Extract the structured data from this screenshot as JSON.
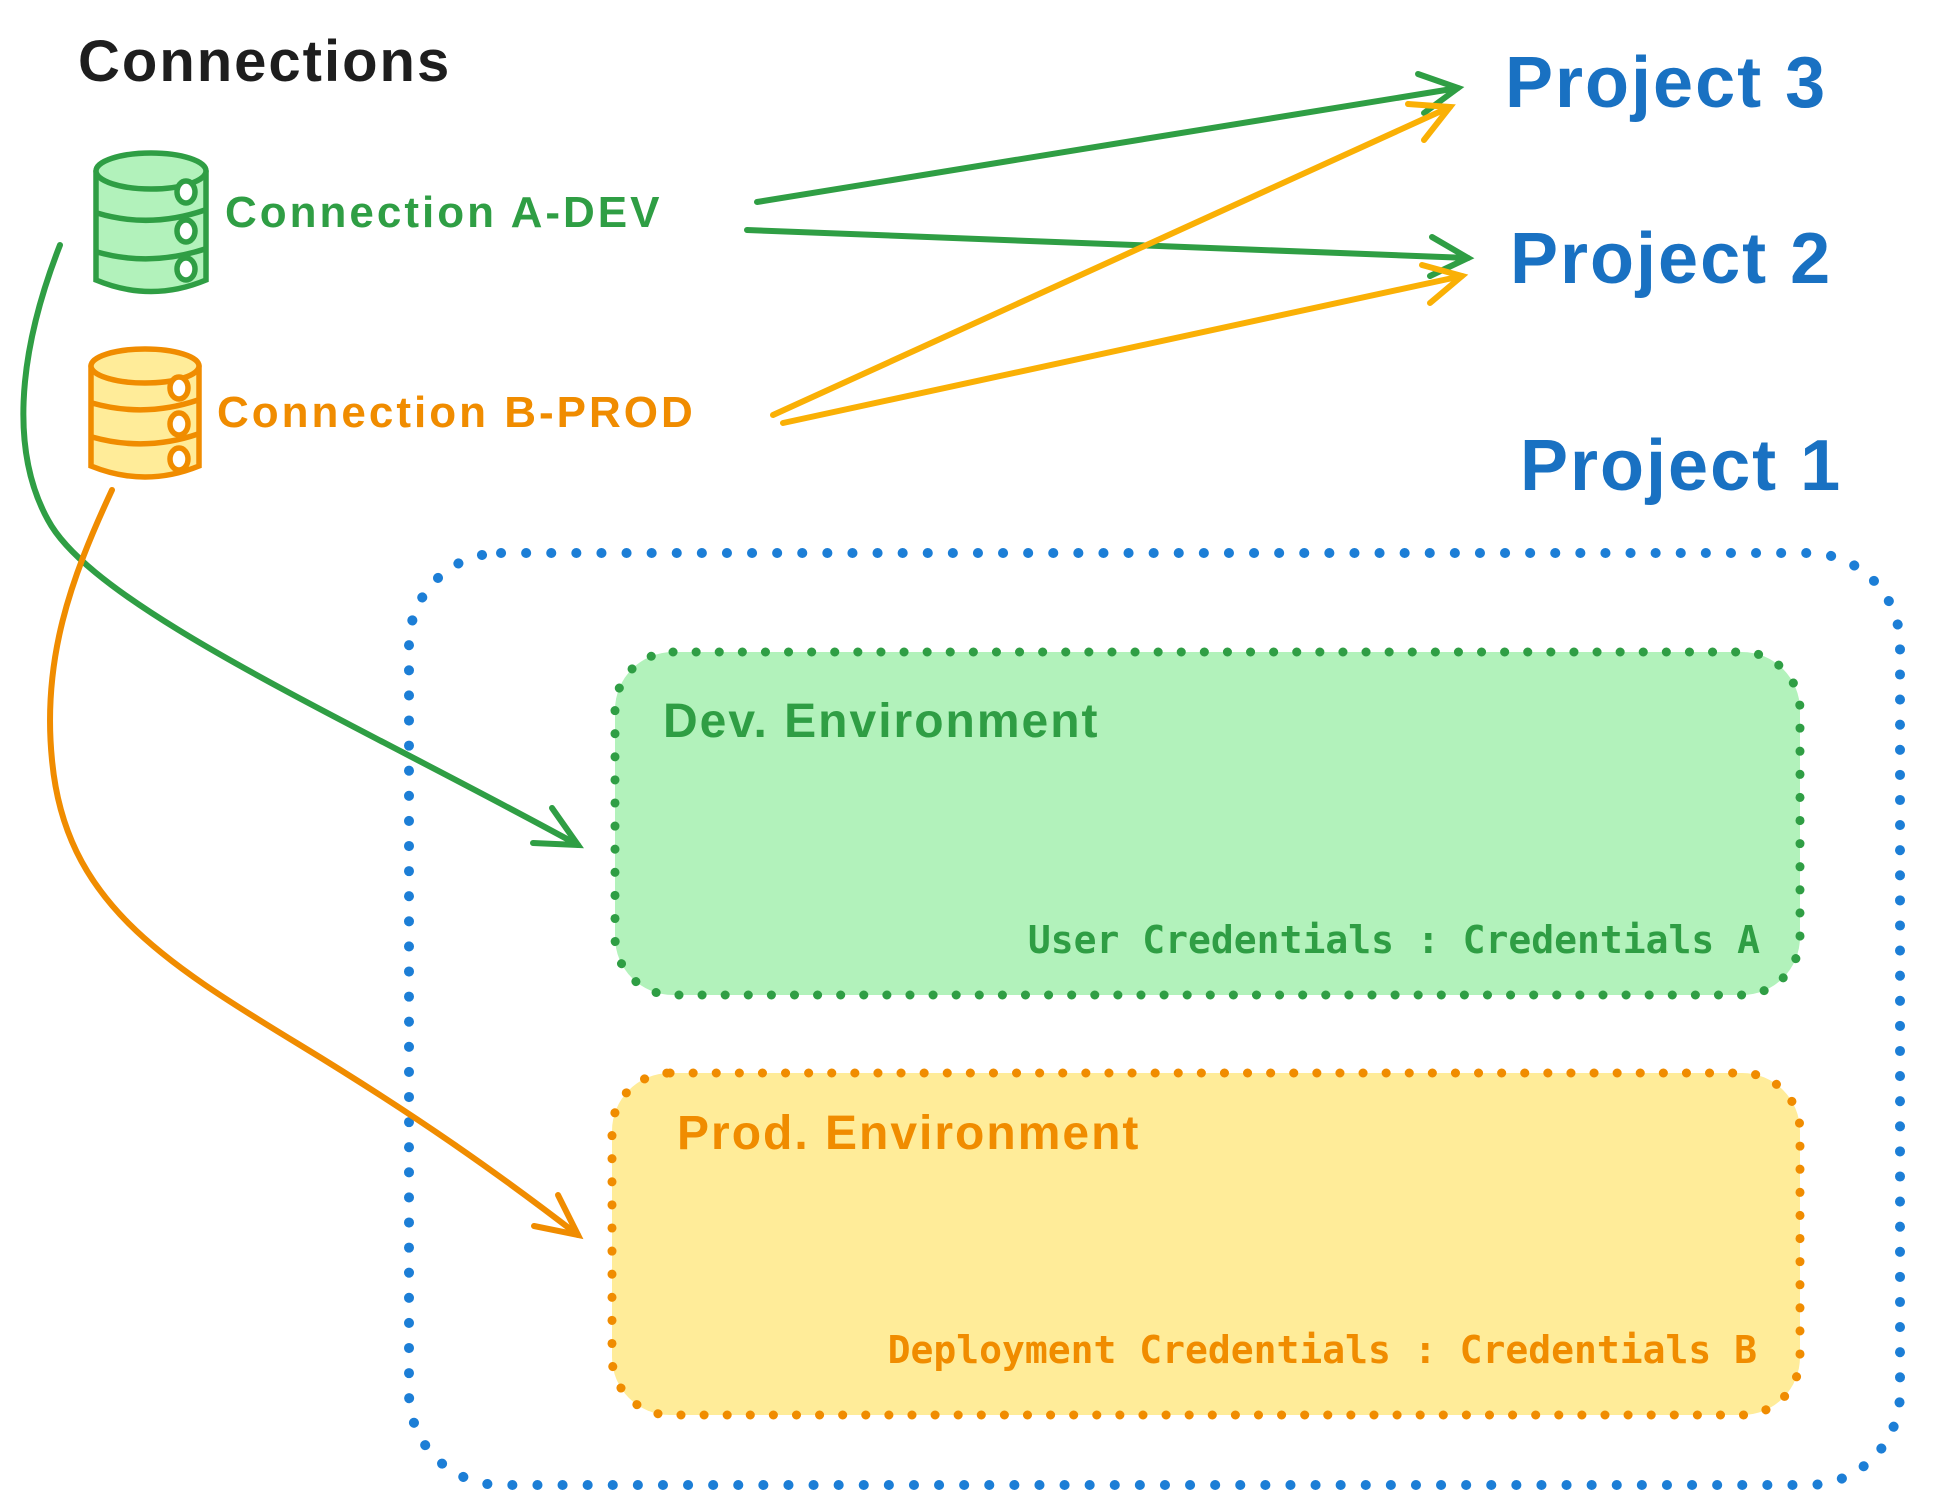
{
  "title": "Connections",
  "connections": [
    {
      "id": "a-dev",
      "label": "Connection A-DEV",
      "color": "#2f9e44",
      "icon": "database-icon"
    },
    {
      "id": "b-prod",
      "label": "Connection B-PROD",
      "color": "#f08c00",
      "icon": "database-icon"
    }
  ],
  "projects": [
    {
      "id": "project-3",
      "label": "Project 3"
    },
    {
      "id": "project-2",
      "label": "Project 2"
    },
    {
      "id": "project-1",
      "label": "Project 1"
    }
  ],
  "edges": [
    {
      "from": "Connection A-DEV",
      "to": "Project 3",
      "color": "#2f9e44",
      "style": "straight-arrow"
    },
    {
      "from": "Connection A-DEV",
      "to": "Project 2",
      "color": "#2f9e44",
      "style": "straight-arrow"
    },
    {
      "from": "Connection B-PROD",
      "to": "Project 3",
      "color": "#fab005",
      "style": "straight-arrow"
    },
    {
      "from": "Connection B-PROD",
      "to": "Project 2",
      "color": "#fab005",
      "style": "straight-arrow"
    },
    {
      "from": "Connection A-DEV",
      "to": "Dev. Environment",
      "color": "#2f9e44",
      "style": "curved-arrow"
    },
    {
      "from": "Connection B-PROD",
      "to": "Prod. Environment",
      "color": "#f08c00",
      "style": "curved-arrow"
    }
  ],
  "project1_box": {
    "border_color": "#1c7ed6",
    "dev_environment": {
      "title": "Dev. Environment",
      "credentials_label": "User Credentials : Credentials A",
      "stroke_color": "#2f9e44",
      "fill_color": "#b2f2bb"
    },
    "prod_environment": {
      "title": "Prod. Environment",
      "credentials_label": "Deployment Credentials : Credentials B",
      "stroke_color": "#f08c00",
      "fill_color": "#ffec99"
    }
  },
  "colors": {
    "title_text": "#1e1e1e",
    "project_text": "#1971c2",
    "green_stroke": "#2f9e44",
    "green_fill": "#b2f2bb",
    "orange_stroke": "#f08c00",
    "orange_arrow": "#fab005",
    "yellow_fill": "#ffec99",
    "blue_stroke": "#1c7ed6",
    "background": "#ffffff"
  }
}
